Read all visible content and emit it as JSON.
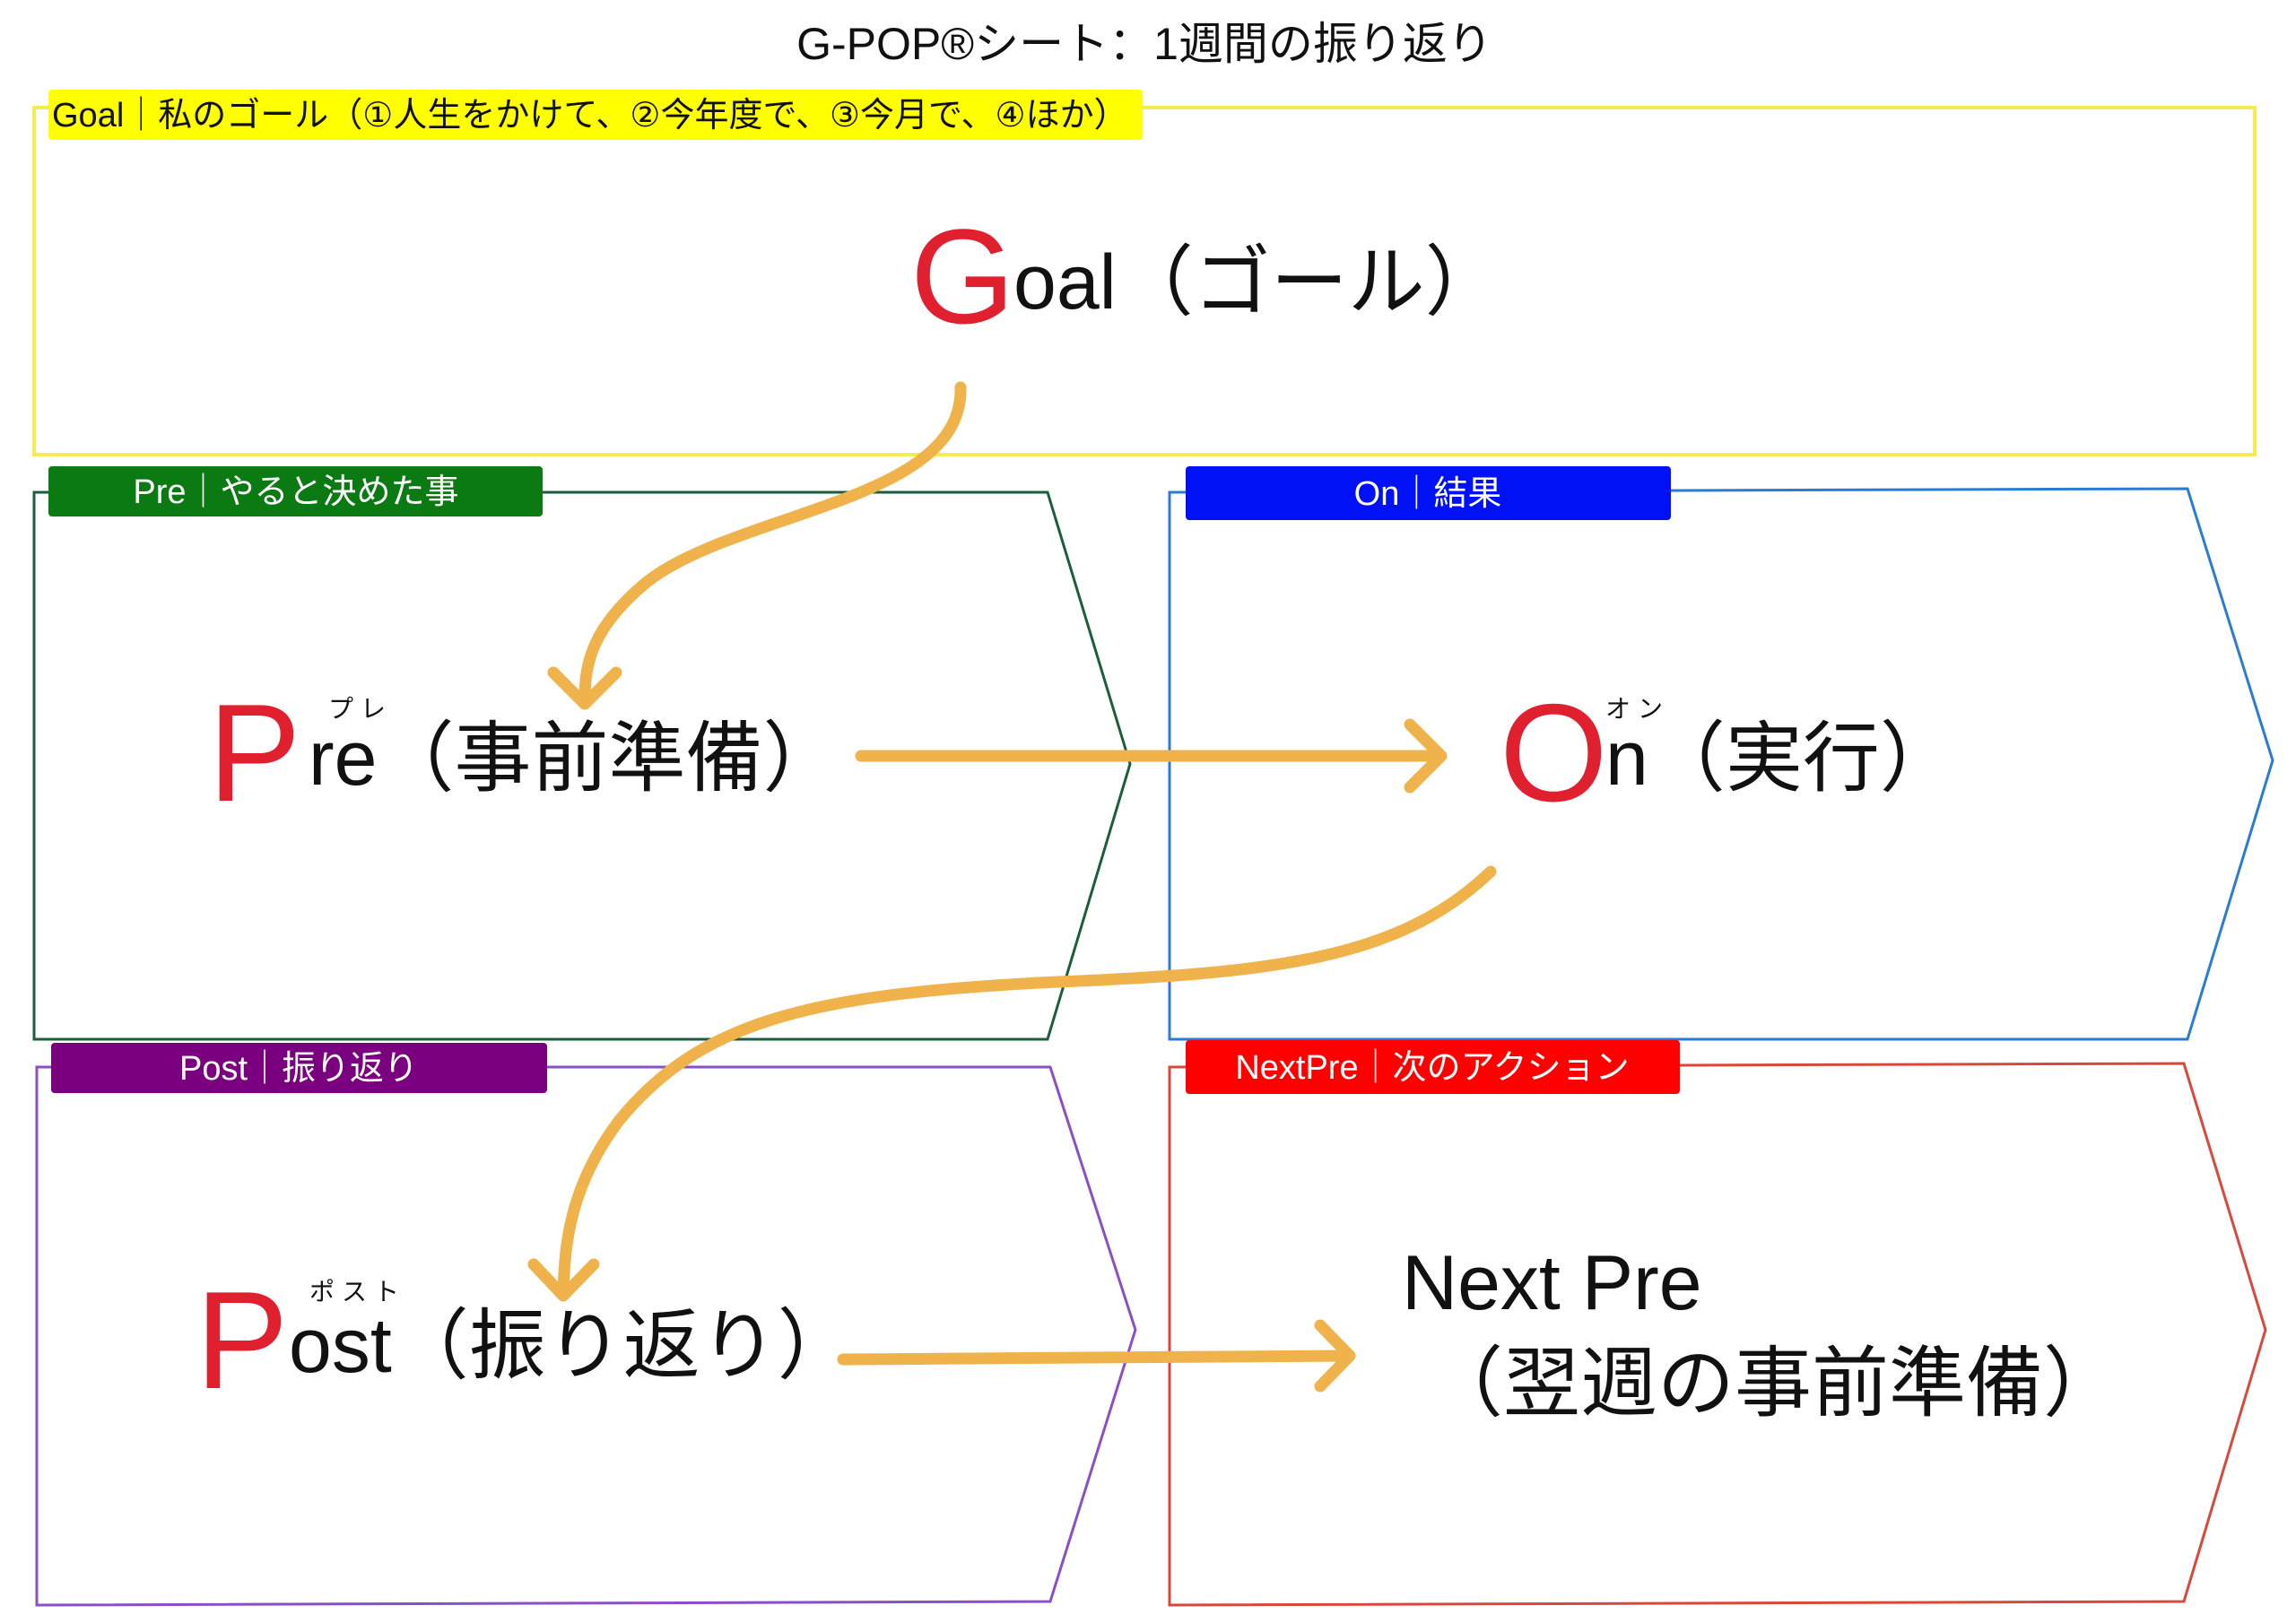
{
  "title": "G-POP®シート：1週間の振り返り",
  "colors": {
    "goal": "#ffff00",
    "goal_border": "#f5ec4f",
    "pre": "#0b7a12",
    "pre_border": "#1b5e3a",
    "on": "#0012f5",
    "on_border": "#2a7bd6",
    "post": "#7a0080",
    "post_border": "#8a4fc7",
    "nextpre": "#ff0000",
    "nextpre_border": "#d9483a",
    "accent_red": "#e0202e",
    "arrow": "#f0b24a"
  },
  "goal": {
    "label": "Goal｜私のゴール（①人生をかけて、②今年度で、③今月で、④ほか）",
    "initial": "G",
    "rest": "oal（ゴール）"
  },
  "pre": {
    "label": "Pre｜やると決めた事",
    "initial": "P",
    "rest": "re（事前準備）",
    "ruby": "プレ"
  },
  "on": {
    "label": "On｜結果",
    "initial": "O",
    "rest": "n（実行）",
    "ruby": "オン"
  },
  "post": {
    "label": "Post｜振り返り",
    "initial": "P",
    "rest": "ost（振り返り）",
    "ruby": "ポスト"
  },
  "nextpre": {
    "label": "NextPre｜次のアクション",
    "line1": "Next Pre",
    "line2": "（翌週の事前準備）"
  }
}
